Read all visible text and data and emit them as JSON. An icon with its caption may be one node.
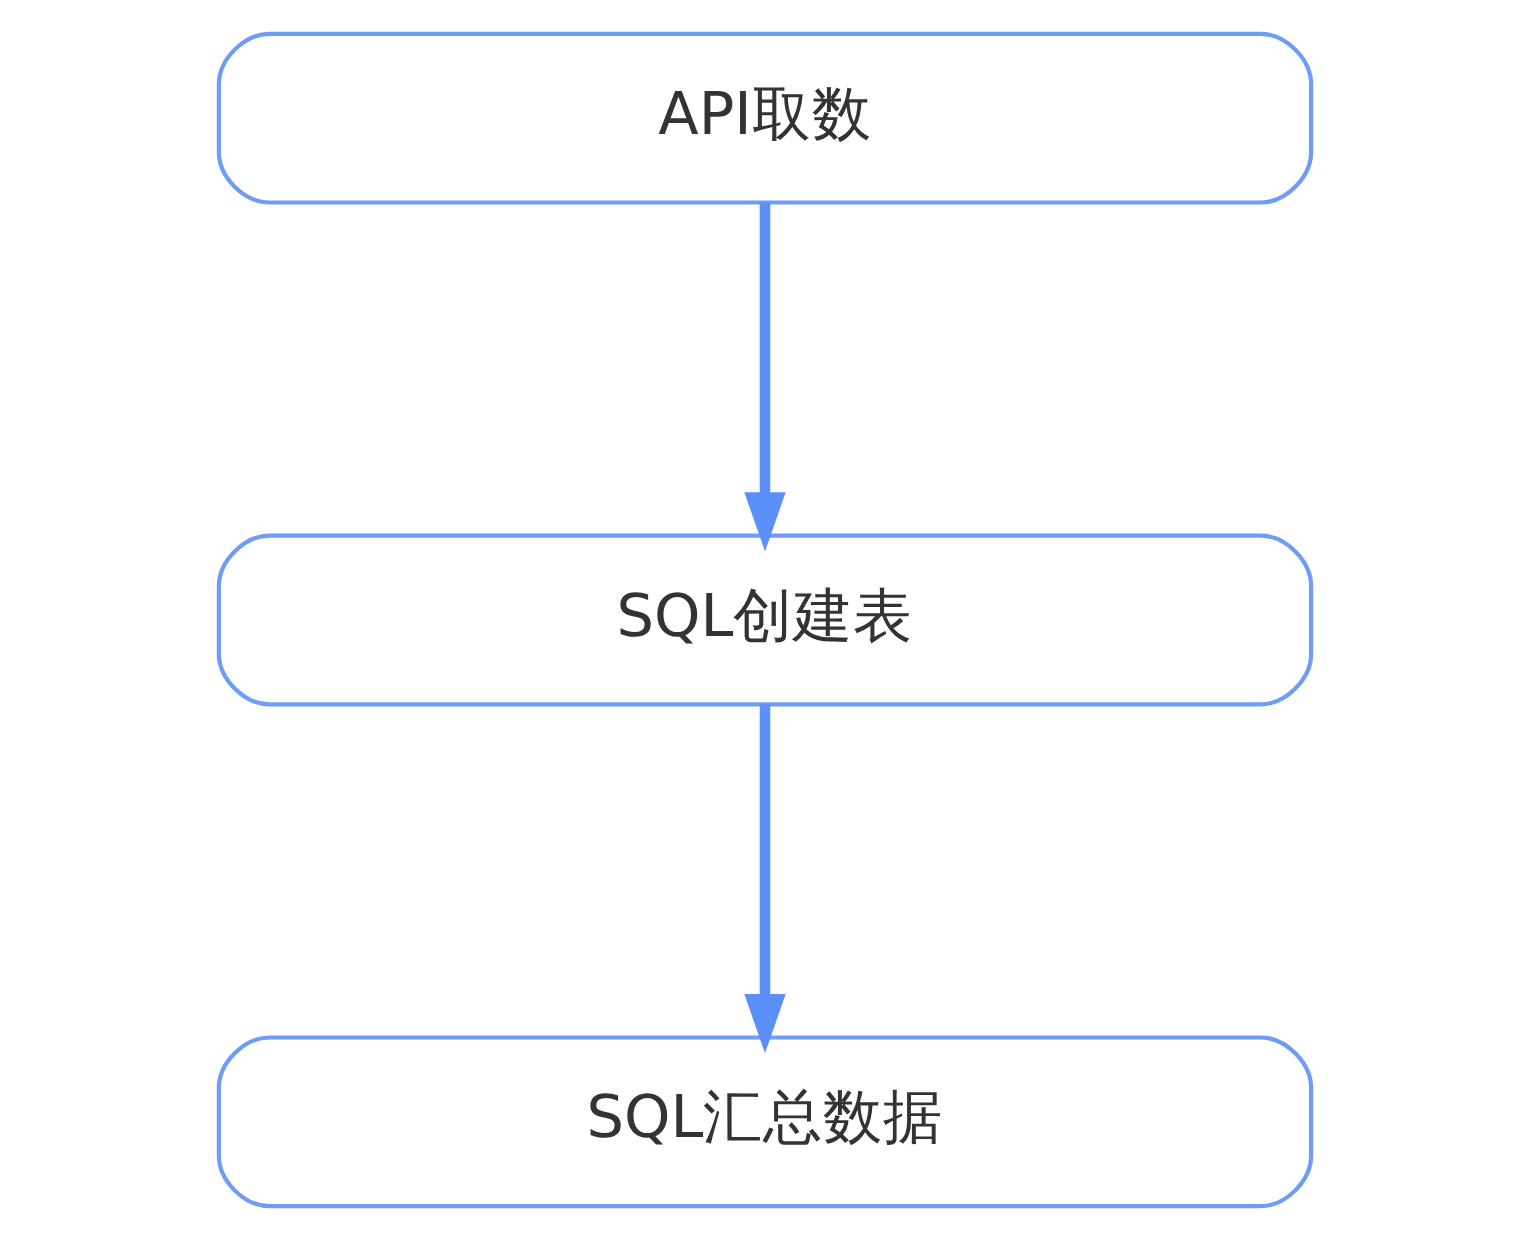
{
  "diagram": {
    "nodes": [
      {
        "text": [
          "API取数"
        ]
      },
      {
        "text": [
          "SQL创建表"
        ]
      },
      {
        "text": [
          "SQL汇总数据"
        ]
      }
    ],
    "edges": [
      {
        "from": 0,
        "to": 1,
        "arrow": "to"
      },
      {
        "from": 1,
        "to": 2,
        "arrow": "to"
      }
    ]
  }
}
